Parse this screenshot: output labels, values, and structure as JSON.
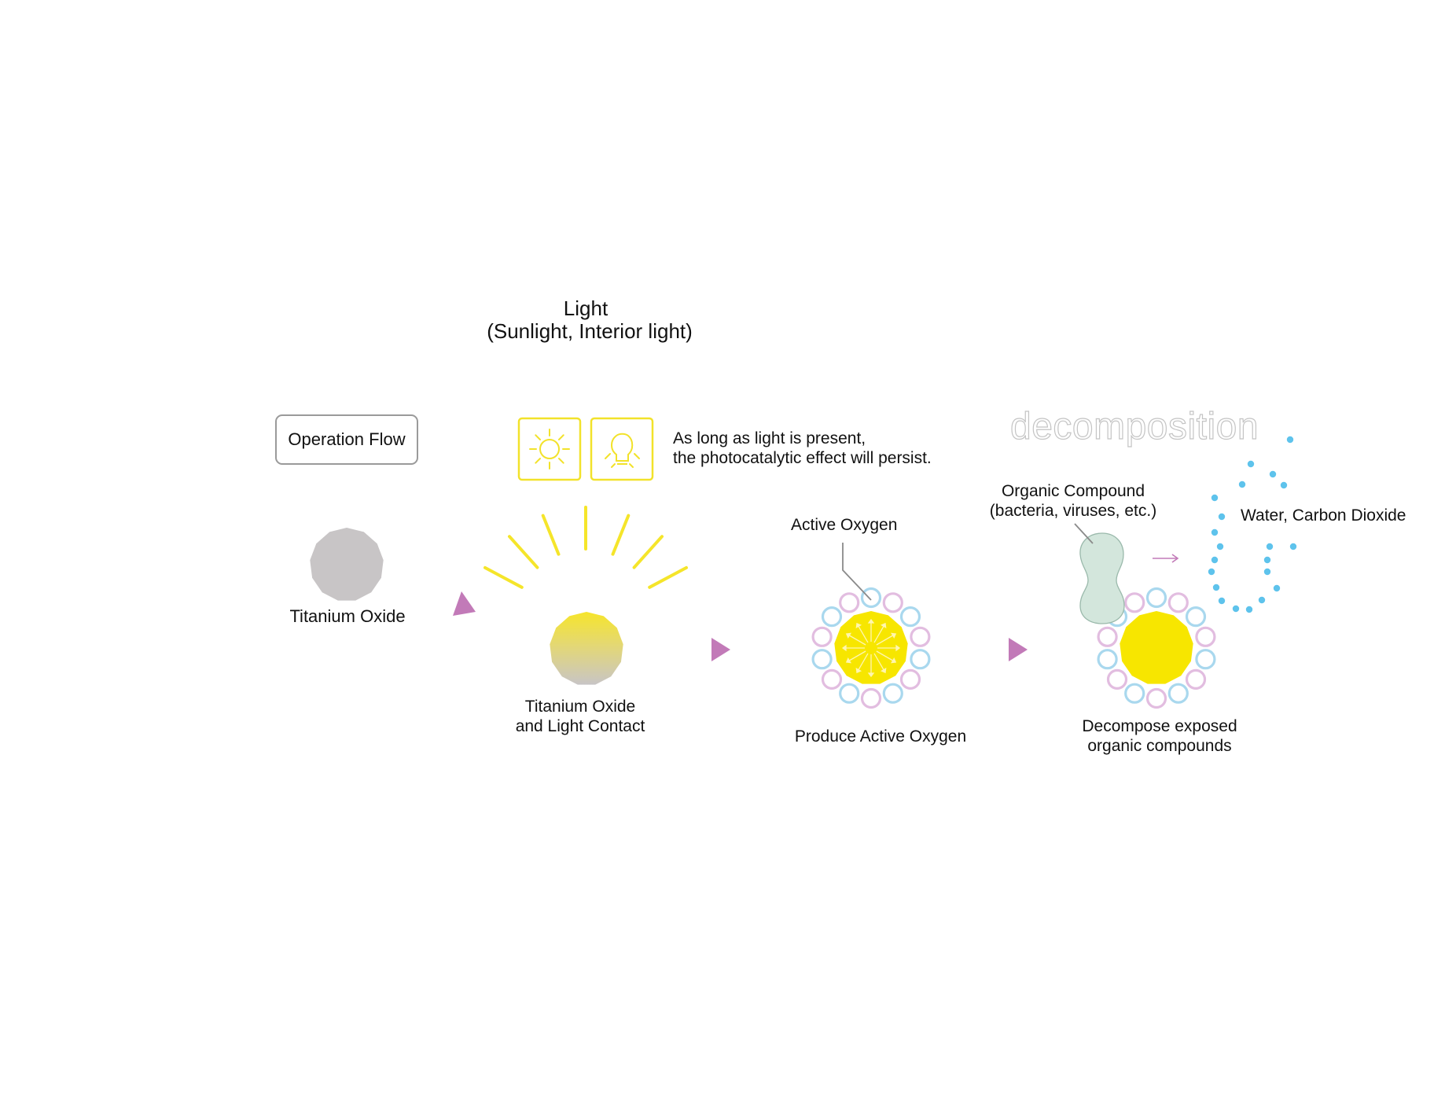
{
  "operation_flow": {
    "label": "Operation Flow"
  },
  "steps": {
    "titanium_oxide": {
      "label": "Titanium Oxide"
    },
    "light_contact": {
      "label": "Titanium Oxide\nand Light Contact"
    },
    "produce_oxygen": {
      "label": "Produce Active Oxygen"
    },
    "decompose": {
      "label": "Decompose exposed\norganic compounds"
    }
  },
  "light": {
    "title": "Light",
    "subtitle": "(Sunlight, Interior light)",
    "note": "As long as light is present,\nthe photocatalytic effect will persist.",
    "icons": [
      "sun-icon",
      "light-bulb-icon"
    ]
  },
  "annotations": {
    "active_oxygen": "Active Oxygen",
    "organic_compound": "Organic Compound\n(bacteria, viruses, etc.)",
    "water_co2": "Water, Carbon Dioxide",
    "decomposition": "decomposition"
  },
  "colors": {
    "titanium": "#c8c5c6",
    "light_yellow": "#f5e52a",
    "active_yellow": "#f7e600",
    "arrow": "#c27ab8",
    "bubble_blue": "#a9d8ee",
    "bubble_pink": "#e2bde0",
    "organic_green": "#d3e6dc",
    "water_dots": "#5ec3ec",
    "box_border": "#9a9a9a"
  }
}
